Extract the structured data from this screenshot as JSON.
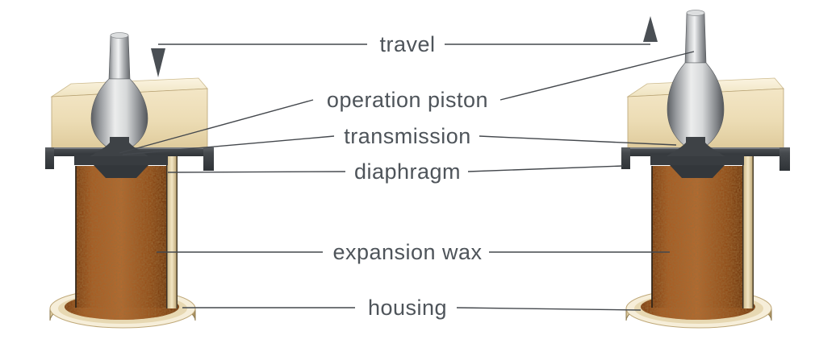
{
  "diagram": {
    "labels": {
      "travel": "travel",
      "operation_piston": "operation piston",
      "transmission": "transmission",
      "diaphragm": "diaphragm",
      "expansion_wax": "expansion wax",
      "housing": "housing"
    },
    "icons": {
      "travel_down_arrow": "▼",
      "travel_up_arrow": "▲"
    },
    "colors": {
      "label_text": "#4e545a",
      "leader_line": "#44484d",
      "arrow": "#4a4f54",
      "background": "#ffffff",
      "housing_cream": "#efe2bf",
      "expansion_wax_copper": "#a85a20",
      "cap_dark": "#3a3e42",
      "piston_silver": "#c9cbcd"
    }
  }
}
